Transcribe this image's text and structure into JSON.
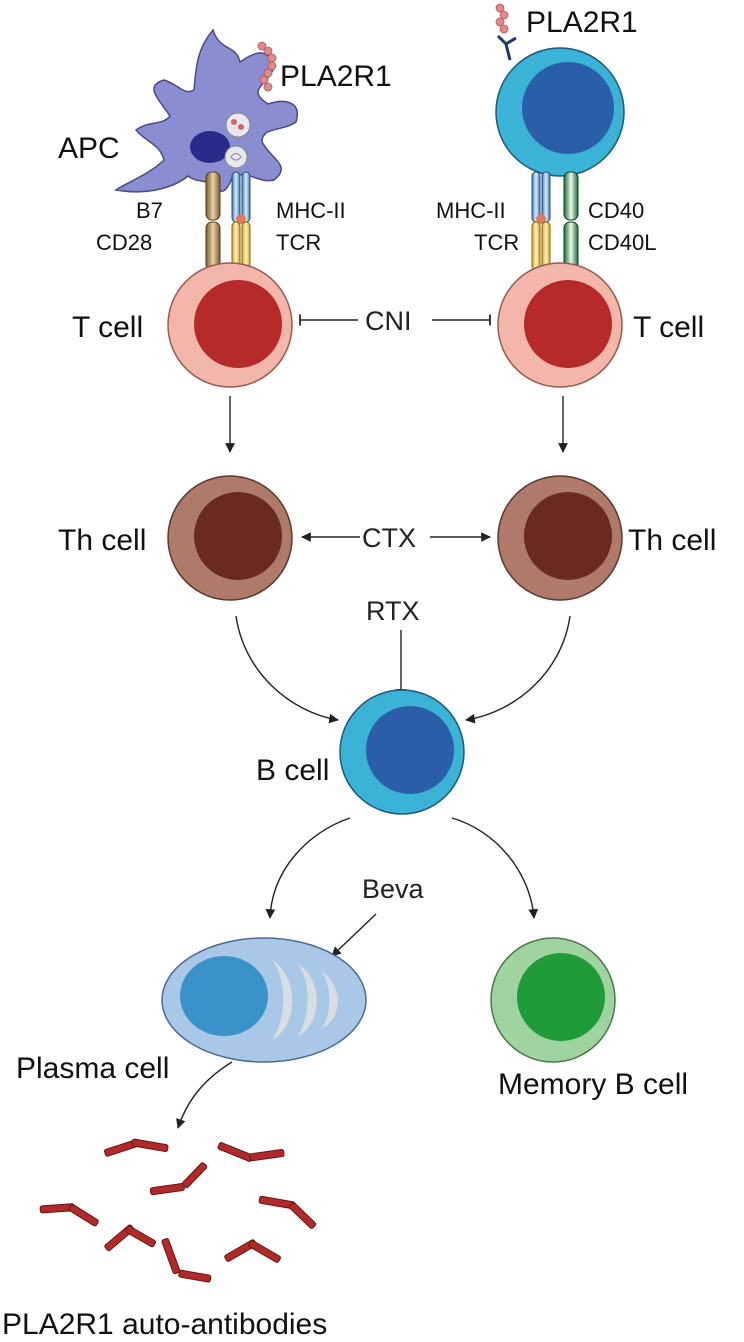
{
  "labels": {
    "pla2r1_left": "PLA2R1",
    "pla2r1_right": "PLA2R1",
    "apc": "APC",
    "b7": "B7",
    "cd28": "CD28",
    "mhc_left": "MHC-II",
    "tcr_left": "TCR",
    "mhc_right": "MHC-II",
    "tcr_right": "TCR",
    "cd40": "CD40",
    "cd40l": "CD40L",
    "t_cell_left": "T cell",
    "t_cell_right": "T cell",
    "cni": "CNI",
    "th_cell_left": "Th cell",
    "th_cell_right": "Th cell",
    "ctx": "CTX",
    "rtx": "RTX",
    "b_cell": "B cell",
    "beva": "Beva",
    "plasma_cell": "Plasma cell",
    "memory_b_cell": "Memory B cell",
    "auto_antibodies": "PLA2R1 auto-antibodies"
  },
  "colors": {
    "apc_body": "#8a8ed0",
    "apc_nucleus": "#2a2a8a",
    "t_cell_outer": "#f3b6aa",
    "t_cell_inner": "#b62a2a",
    "th_cell_outer": "#b07a6a",
    "th_cell_inner": "#6a2a1e",
    "b_cell_outer": "#3ab3d6",
    "b_cell_inner": "#2a5ea8",
    "plasma_outer": "#a9c8e8",
    "plasma_inner": "#3b92c8",
    "memory_outer": "#9fd39f",
    "memory_inner": "#1f9b3a",
    "antigen": "#e08a8a",
    "antibody": "#b02a2a"
  }
}
